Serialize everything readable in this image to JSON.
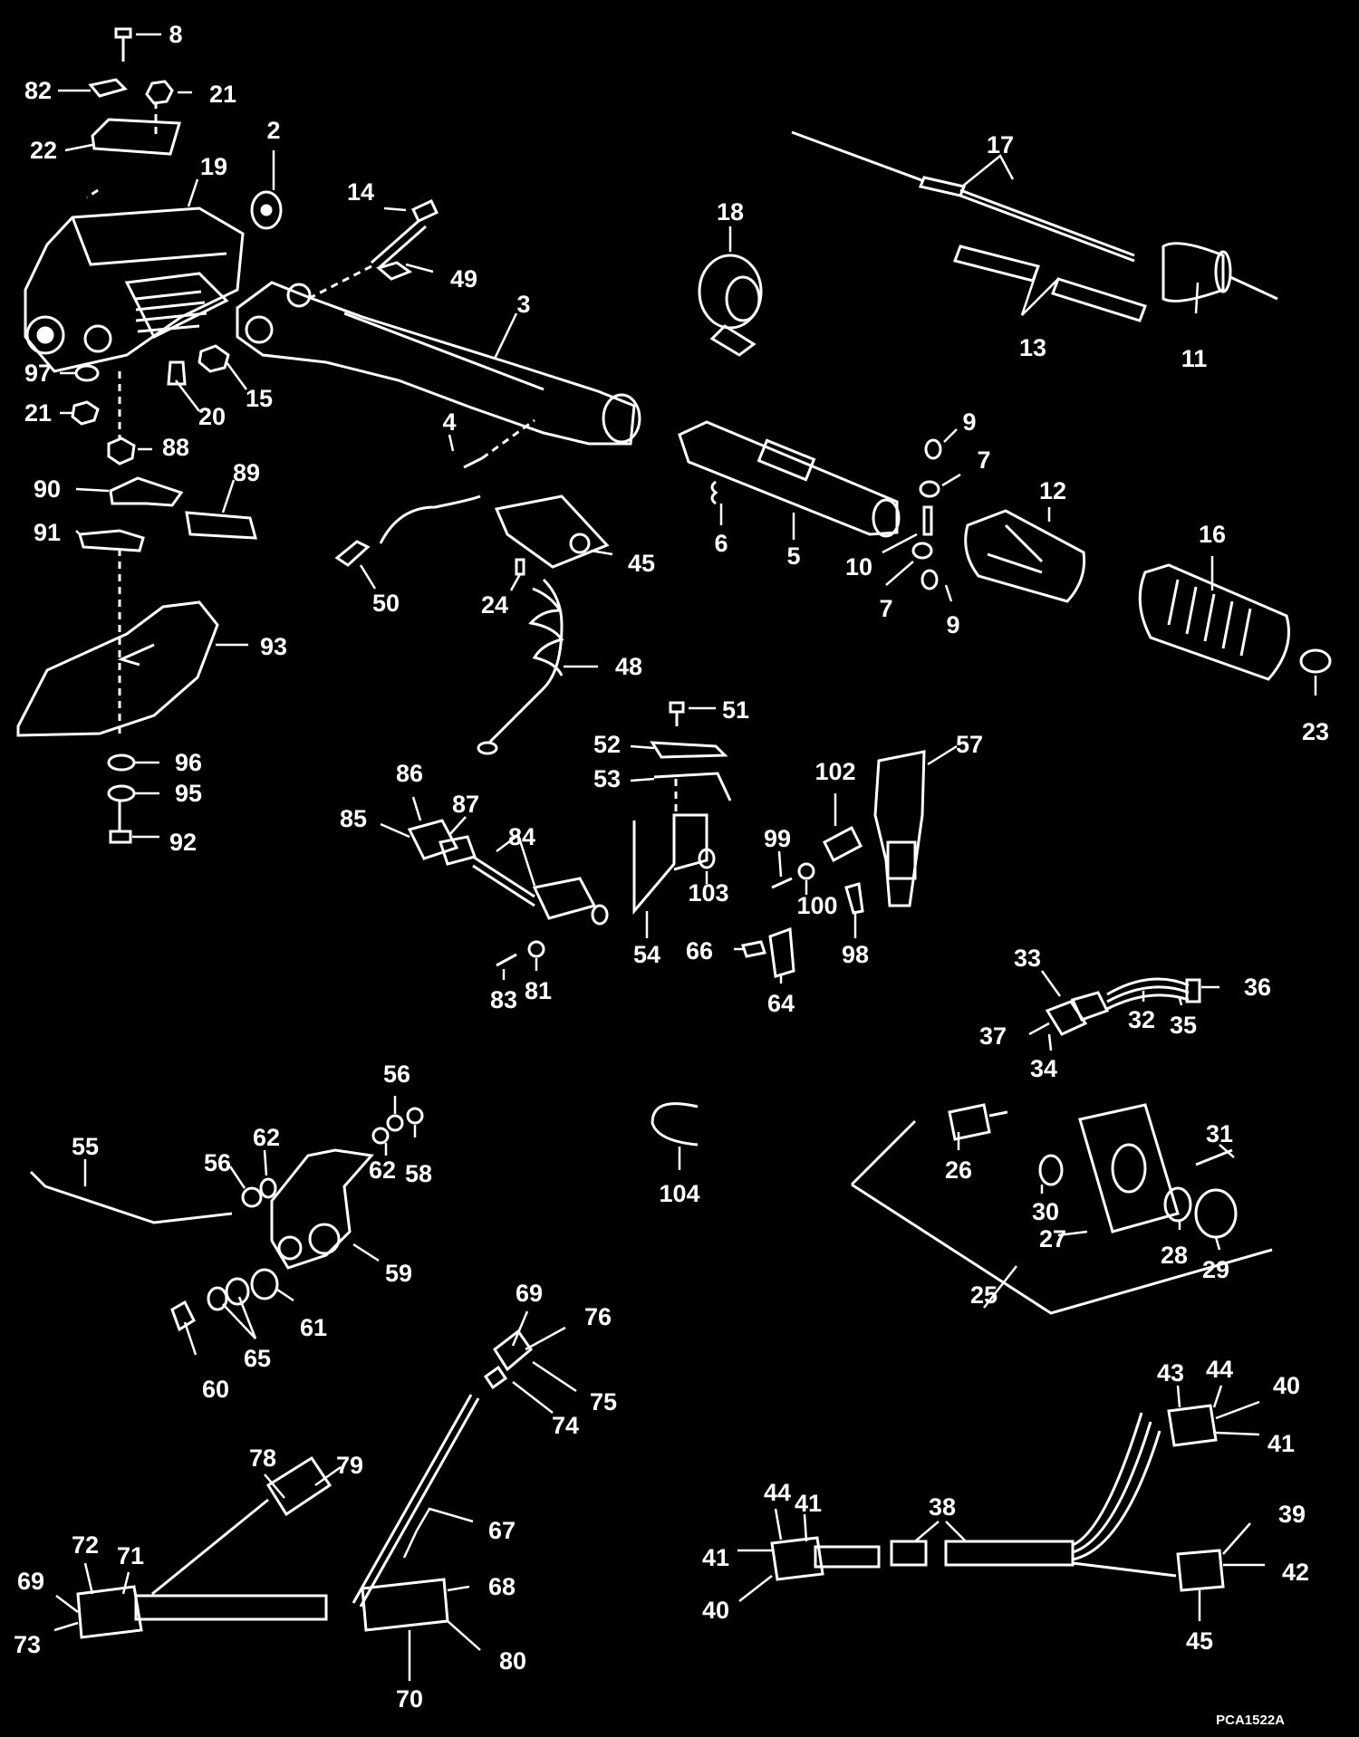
{
  "figure": {
    "code": "PCA1522A",
    "background": "#000000",
    "ink": "#ffffff"
  },
  "callouts": [
    {
      "id": "c8",
      "text": "8"
    },
    {
      "id": "c82",
      "text": "82"
    },
    {
      "id": "c21a",
      "text": "21"
    },
    {
      "id": "c22",
      "text": "22"
    },
    {
      "id": "c2",
      "text": "2"
    },
    {
      "id": "c19",
      "text": "19"
    },
    {
      "id": "c14",
      "text": "14"
    },
    {
      "id": "c49",
      "text": "49"
    },
    {
      "id": "c3",
      "text": "3"
    },
    {
      "id": "c97",
      "text": "97"
    },
    {
      "id": "c21b",
      "text": "21"
    },
    {
      "id": "c20",
      "text": "20"
    },
    {
      "id": "c15",
      "text": "15"
    },
    {
      "id": "c88",
      "text": "88"
    },
    {
      "id": "c4",
      "text": "4"
    },
    {
      "id": "c90",
      "text": "90"
    },
    {
      "id": "c89",
      "text": "89"
    },
    {
      "id": "c91",
      "text": "91"
    },
    {
      "id": "c93",
      "text": "93"
    },
    {
      "id": "c96",
      "text": "96"
    },
    {
      "id": "c95",
      "text": "95"
    },
    {
      "id": "c92",
      "text": "92"
    },
    {
      "id": "c50",
      "text": "50"
    },
    {
      "id": "c24",
      "text": "24"
    },
    {
      "id": "c45a",
      "text": "45"
    },
    {
      "id": "c48",
      "text": "48"
    },
    {
      "id": "c17",
      "text": "17"
    },
    {
      "id": "c18",
      "text": "18"
    },
    {
      "id": "c13",
      "text": "13"
    },
    {
      "id": "c11",
      "text": "11"
    },
    {
      "id": "c9a",
      "text": "9"
    },
    {
      "id": "c7a",
      "text": "7"
    },
    {
      "id": "c12",
      "text": "12"
    },
    {
      "id": "c6",
      "text": "6"
    },
    {
      "id": "c5",
      "text": "5"
    },
    {
      "id": "c10",
      "text": "10"
    },
    {
      "id": "c7b",
      "text": "7"
    },
    {
      "id": "c9b",
      "text": "9"
    },
    {
      "id": "c16",
      "text": "16"
    },
    {
      "id": "c23",
      "text": "23"
    },
    {
      "id": "c51",
      "text": "51"
    },
    {
      "id": "c52",
      "text": "52"
    },
    {
      "id": "c53",
      "text": "53"
    },
    {
      "id": "c57",
      "text": "57"
    },
    {
      "id": "c102",
      "text": "102"
    },
    {
      "id": "c86",
      "text": "86"
    },
    {
      "id": "c87",
      "text": "87"
    },
    {
      "id": "c85",
      "text": "85"
    },
    {
      "id": "c84",
      "text": "84"
    },
    {
      "id": "c99",
      "text": "99"
    },
    {
      "id": "c103",
      "text": "103"
    },
    {
      "id": "c100",
      "text": "100"
    },
    {
      "id": "c54",
      "text": "54"
    },
    {
      "id": "c66",
      "text": "66"
    },
    {
      "id": "c98",
      "text": "98"
    },
    {
      "id": "c64",
      "text": "64"
    },
    {
      "id": "c83",
      "text": "83"
    },
    {
      "id": "c81",
      "text": "81"
    },
    {
      "id": "c33",
      "text": "33"
    },
    {
      "id": "c36",
      "text": "36"
    },
    {
      "id": "c32",
      "text": "32"
    },
    {
      "id": "c35",
      "text": "35"
    },
    {
      "id": "c37",
      "text": "37"
    },
    {
      "id": "c34",
      "text": "34"
    },
    {
      "id": "c56a",
      "text": "56"
    },
    {
      "id": "c55",
      "text": "55"
    },
    {
      "id": "c62a",
      "text": "62"
    },
    {
      "id": "c56b",
      "text": "56"
    },
    {
      "id": "c62b",
      "text": "62"
    },
    {
      "id": "c58",
      "text": "58"
    },
    {
      "id": "c59",
      "text": "59"
    },
    {
      "id": "c61",
      "text": "61"
    },
    {
      "id": "c65",
      "text": "65"
    },
    {
      "id": "c60",
      "text": "60"
    },
    {
      "id": "c104",
      "text": "104"
    },
    {
      "id": "c31",
      "text": "31"
    },
    {
      "id": "c26",
      "text": "26"
    },
    {
      "id": "c30",
      "text": "30"
    },
    {
      "id": "c27",
      "text": "27"
    },
    {
      "id": "c28",
      "text": "28"
    },
    {
      "id": "c29",
      "text": "29"
    },
    {
      "id": "c25",
      "text": "25"
    },
    {
      "id": "c69a",
      "text": "69"
    },
    {
      "id": "c76",
      "text": "76"
    },
    {
      "id": "c75",
      "text": "75"
    },
    {
      "id": "c74",
      "text": "74"
    },
    {
      "id": "c78",
      "text": "78"
    },
    {
      "id": "c79",
      "text": "79"
    },
    {
      "id": "c67",
      "text": "67"
    },
    {
      "id": "c72",
      "text": "72"
    },
    {
      "id": "c71",
      "text": "71"
    },
    {
      "id": "c69b",
      "text": "69"
    },
    {
      "id": "c73",
      "text": "73"
    },
    {
      "id": "c68",
      "text": "68"
    },
    {
      "id": "c80",
      "text": "80"
    },
    {
      "id": "c70",
      "text": "70"
    },
    {
      "id": "c43",
      "text": "43"
    },
    {
      "id": "c44a",
      "text": "44"
    },
    {
      "id": "c40a",
      "text": "40"
    },
    {
      "id": "c41a",
      "text": "41"
    },
    {
      "id": "c38",
      "text": "38"
    },
    {
      "id": "c39",
      "text": "39"
    },
    {
      "id": "c42",
      "text": "42"
    },
    {
      "id": "c44b",
      "text": "44"
    },
    {
      "id": "c41b",
      "text": "41"
    },
    {
      "id": "c41c",
      "text": "41"
    },
    {
      "id": "c40b",
      "text": "40"
    },
    {
      "id": "c45b",
      "text": "45"
    }
  ]
}
